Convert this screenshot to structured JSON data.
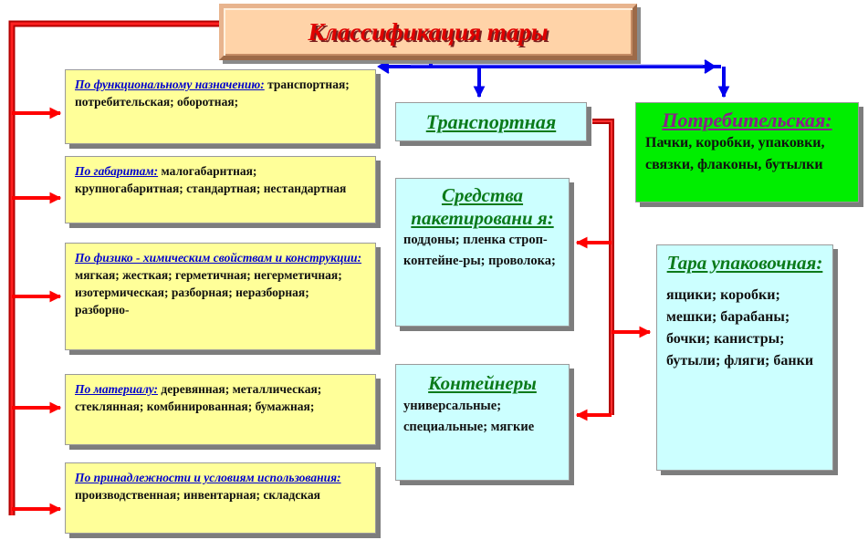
{
  "title": "Классификация тары",
  "left_boxes": [
    {
      "head": "По функциональному назначению:",
      "body": " транспортная; потребительская; оборотная;"
    },
    {
      "head": "По габаритам:",
      "body": " малогабарнтная; крупногабаритная; стандартная; нестандартная"
    },
    {
      "head": "По физико - химическим свойствам и конструкции:",
      "body": " мягкая; жесткая; герметичная; негерметичная; изотермическая; разборная; неразборная; разборно-"
    },
    {
      "head": "По материалу:",
      "body": " деревянная; металлическая; стеклянная; комбинированная; бумажная;"
    },
    {
      "head": "По принадлежности и условиям использования:",
      "body": " производственная; инвентарная; складская"
    }
  ],
  "transport": {
    "label": "Транспортная"
  },
  "consumer": {
    "head": "Потребительская:",
    "body": "Пачки, коробки, упаковки, связки, флаконы, бутылки"
  },
  "pallet": {
    "head": "Средства пакетировани я:",
    "body": "поддоны; пленка строп-контейне-ры; проволока;"
  },
  "containers": {
    "head": "Контейнеры",
    "body": "универсальные; специальные; мягкие"
  },
  "packing": {
    "head": "Тара упаковочная:",
    "body": "ящики; коробки; мешки; барабаны; бочки; канистры; бутыли; фляги; банки"
  }
}
